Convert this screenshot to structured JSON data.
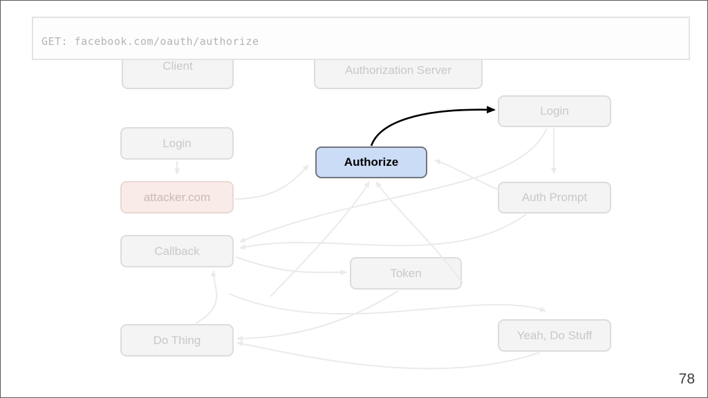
{
  "overlay": {
    "request_text": "GET: facebook.com/oauth/authorize"
  },
  "page_number": "78",
  "diagram": {
    "nodes": {
      "client": {
        "label": "Client"
      },
      "auth_server": {
        "label": "Authorization Server"
      },
      "login_client": {
        "label": "Login"
      },
      "attacker": {
        "label": "attacker.com"
      },
      "callback": {
        "label": "Callback"
      },
      "do_thing": {
        "label": "Do Thing"
      },
      "authorize": {
        "label": "Authorize"
      },
      "token": {
        "label": "Token"
      },
      "login_server": {
        "label": "Login"
      },
      "auth_prompt": {
        "label": "Auth Prompt"
      },
      "yeah_do_stuff": {
        "label": "Yeah, Do Stuff"
      }
    },
    "colors": {
      "highlight_fill": "#cbdcf6",
      "highlight_border": "#70747c",
      "attacker_fill": "#f9ebe8",
      "attacker_border": "#e9d9d5",
      "attacker_text": "#ccb9b5",
      "ghost_fill": "#f4f4f4",
      "ghost_border": "#dcdcdc",
      "ghost_text": "#c8c8c8",
      "ghost_arrow": "#eaeaea",
      "active_arrow": "#000000"
    }
  }
}
